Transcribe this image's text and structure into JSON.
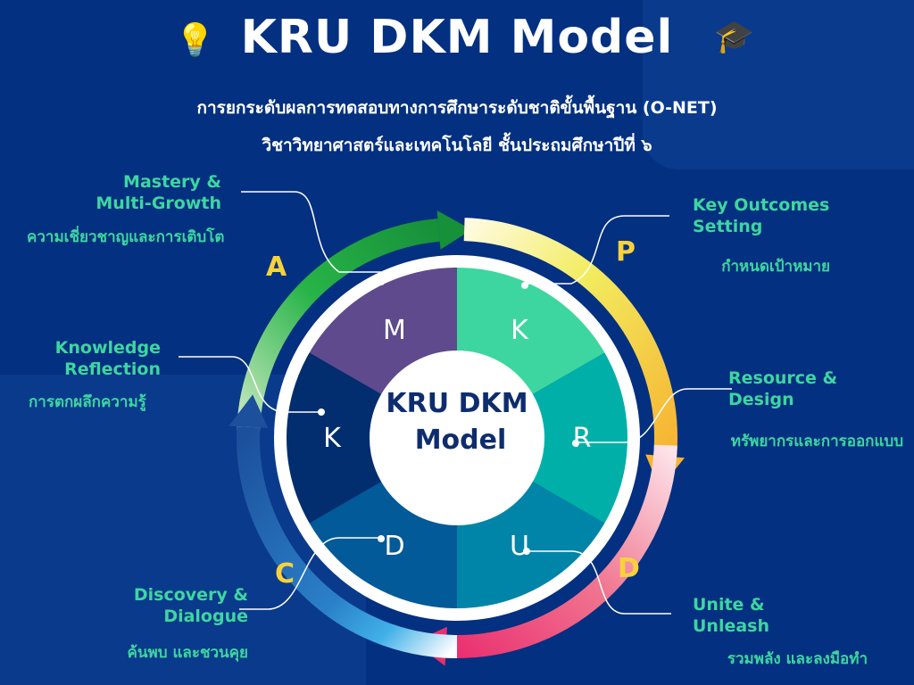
{
  "title": "KRU DKM Model",
  "subtitle_line1": "การยกระดับผลการทดสอบทางการศึกษาระดับชาติขั้นพื้นฐาน (O-NET)",
  "subtitle_line2": "วิชาวิทยาศาสตร์และเทคโนโลยี ชั้นประถมศึกษาปีที่ ๖",
  "center": {
    "line1": "KRU DKM",
    "line2": "Model"
  },
  "segments": [
    {
      "letter": "M",
      "color": "#5e4a8c"
    },
    {
      "letter": "K",
      "color": "#3dd6a0"
    },
    {
      "letter": "R",
      "color": "#00b0a8"
    },
    {
      "letter": "U",
      "color": "#0085a8"
    },
    {
      "letter": "D",
      "color": "#025a98"
    },
    {
      "letter": "K",
      "color": "#022d6e"
    }
  ],
  "arrows": {
    "A": "A",
    "P": "P",
    "D": "D",
    "C": "C"
  },
  "labels": {
    "mastery": {
      "en1": "Mastery &",
      "en2": "Multi-Growth",
      "th": "ความเชี่ยวชาญและการเติบโต"
    },
    "key": {
      "en1": "Key Outcomes",
      "en2": "Setting",
      "th": "กำหนดเป้าหมาย"
    },
    "knowledge": {
      "en1": "Knowledge",
      "en2": "Reflection",
      "th": "การตกผลึกความรู้"
    },
    "resource": {
      "en1": "Resource &",
      "en2": "Design",
      "th": "ทรัพยากรและการออกแบบ"
    },
    "discovery": {
      "en1": "Discovery &",
      "en2": "Dialogue",
      "th": "ค้นพบ และชวนคุย"
    },
    "unite": {
      "en1": "Unite &",
      "en2": "Unleash",
      "th": "รวมพลัง และลงมือทำ"
    }
  },
  "icons": {
    "left": "lightbulb-icon",
    "right": "graduation-cap-icon"
  }
}
